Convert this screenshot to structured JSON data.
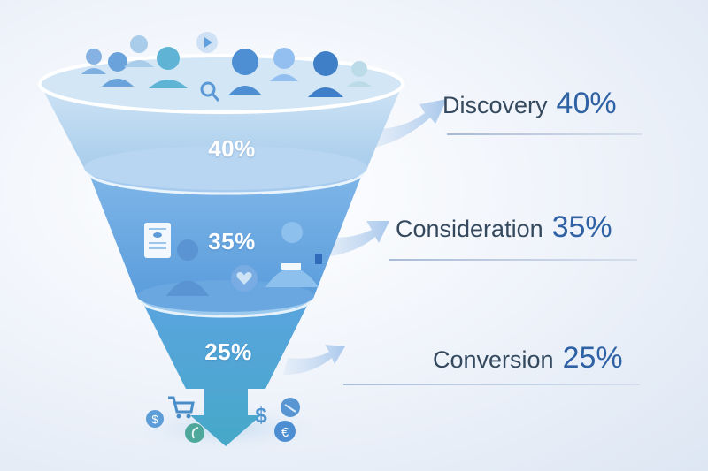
{
  "diagram": {
    "type": "marketing-funnel",
    "stages": [
      {
        "name": "Discovery",
        "value": "40%",
        "funnel_label": "40%"
      },
      {
        "name": "Consideration",
        "value": "35%",
        "funnel_label": "35%"
      },
      {
        "name": "Conversion",
        "value": "25%",
        "funnel_label": "25%"
      }
    ],
    "icons": {
      "top": [
        "person-icon",
        "person-icon",
        "person-icon",
        "woman-icon",
        "play-bubble-icon",
        "search-icon",
        "woman-curly-icon",
        "woman-icon",
        "man-icon",
        "person-icon"
      ],
      "middle": [
        "document-icon",
        "woman-phone-icon",
        "man-card-icon",
        "heart-icon",
        "phone-icon"
      ],
      "bottom": [
        "dollar-coin-icon",
        "cart-icon",
        "coin-icon",
        "dollar-sign-icon",
        "chat-icon",
        "euro-coin-icon"
      ]
    },
    "colors": {
      "stage1": "#b9d7f0",
      "stage2": "#6aa8e2",
      "stage3": "#4a9bd8",
      "label_text": "#34495e",
      "value_text": "#2e62a4"
    }
  }
}
